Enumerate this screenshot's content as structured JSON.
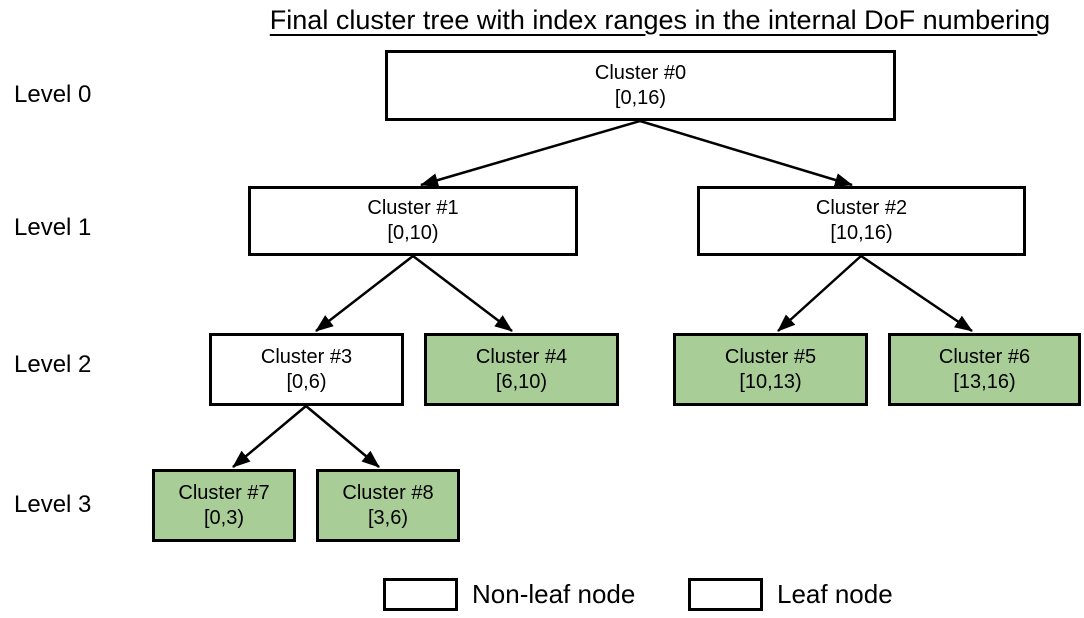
{
  "title": "Final cluster tree with index ranges in the internal DoF numbering",
  "colors": {
    "leaf_fill": "#a9cd96",
    "nonleaf_fill": "#ffffff",
    "border": "#000000",
    "background": "#ffffff",
    "text": "#000000"
  },
  "level_labels": [
    "Level 0",
    "Level 1",
    "Level 2",
    "Level 3"
  ],
  "nodes": [
    {
      "name": "Cluster #0",
      "range": "[0,16)",
      "level": 0,
      "leaf": false
    },
    {
      "name": "Cluster #1",
      "range": "[0,10)",
      "level": 1,
      "leaf": false
    },
    {
      "name": "Cluster #2",
      "range": "[10,16)",
      "level": 1,
      "leaf": false
    },
    {
      "name": "Cluster #3",
      "range": "[0,6)",
      "level": 2,
      "leaf": false
    },
    {
      "name": "Cluster #4",
      "range": "[6,10)",
      "level": 2,
      "leaf": true
    },
    {
      "name": "Cluster #5",
      "range": "[10,13)",
      "level": 2,
      "leaf": true
    },
    {
      "name": "Cluster #6",
      "range": "[13,16)",
      "level": 2,
      "leaf": true
    },
    {
      "name": "Cluster #7",
      "range": "[0,3)",
      "level": 3,
      "leaf": true
    },
    {
      "name": "Cluster #8",
      "range": "[3,6)",
      "level": 3,
      "leaf": true
    }
  ],
  "edges": [
    {
      "from": 0,
      "to": 1
    },
    {
      "from": 0,
      "to": 2
    },
    {
      "from": 1,
      "to": 3
    },
    {
      "from": 1,
      "to": 4
    },
    {
      "from": 2,
      "to": 5
    },
    {
      "from": 2,
      "to": 6
    },
    {
      "from": 3,
      "to": 7
    },
    {
      "from": 3,
      "to": 8
    }
  ],
  "legend": {
    "nonleaf_label": "Non-leaf node",
    "leaf_label": "Leaf node"
  }
}
